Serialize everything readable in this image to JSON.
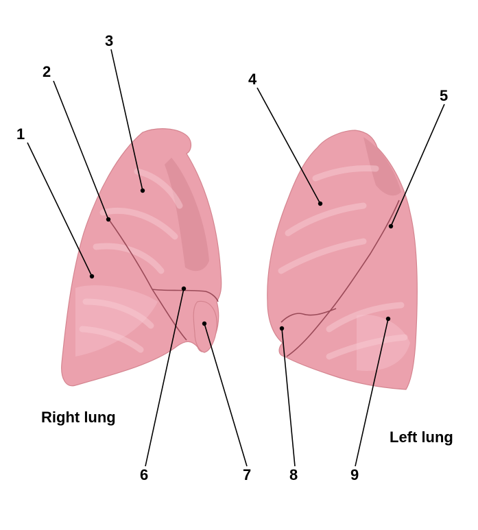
{
  "labels": {
    "n1": "1",
    "n2": "2",
    "n3": "3",
    "n4": "4",
    "n5": "5",
    "n6": "6",
    "n7": "7",
    "n8": "8",
    "n9": "9"
  },
  "captions": {
    "right": "Right lung",
    "left": "Left lung"
  },
  "colors": {
    "lung_fill": "#eba1ad",
    "lung_shadow": "#c97684",
    "fissure": "#9a4a58",
    "background": "#ffffff"
  }
}
